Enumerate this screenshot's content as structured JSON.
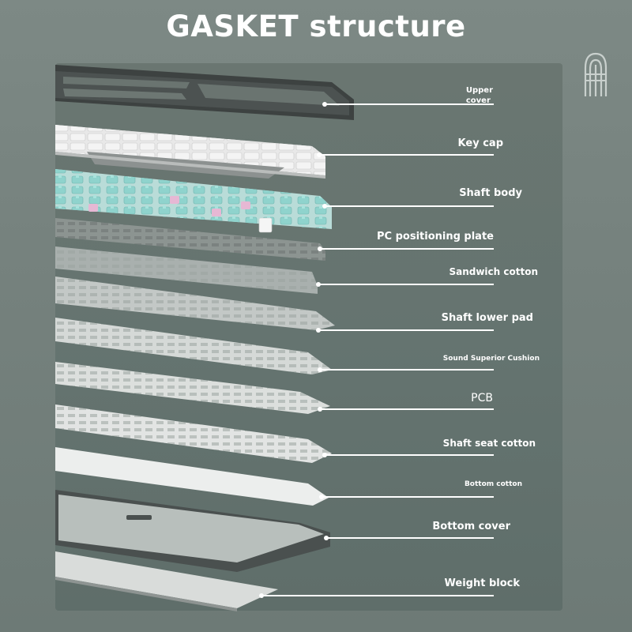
{
  "title": "GASKET structure",
  "labels": {
    "upper_cover": "Upper\ncover",
    "key_cap": "Key cap",
    "shaft_body": "Shaft body",
    "pc_positioning_plate": "PC positioning plate",
    "sandwich_cotton": "Sandwich cotton",
    "shaft_lower_pad": "Shaft lower pad",
    "sound_superior_cushion": "Sound Superior Cushion",
    "pcb": "PCB",
    "shaft_seat_cotton": "Shaft seat cotton",
    "bottom_cotton": "Bottom cotton",
    "bottom_cover": "Bottom cover",
    "weight_block": "Weight block"
  },
  "colors": {
    "background": "#7b8783",
    "panel": "#657470",
    "switch_mint": "#8fd3cd",
    "switch_pink": "#e6b8d4",
    "keycap_white": "#eeeeee",
    "keycap_gray": "#8a8d8c",
    "frame_dark": "#3b3f3e"
  },
  "icons": {
    "logo": "striped-dome-logo-icon"
  }
}
